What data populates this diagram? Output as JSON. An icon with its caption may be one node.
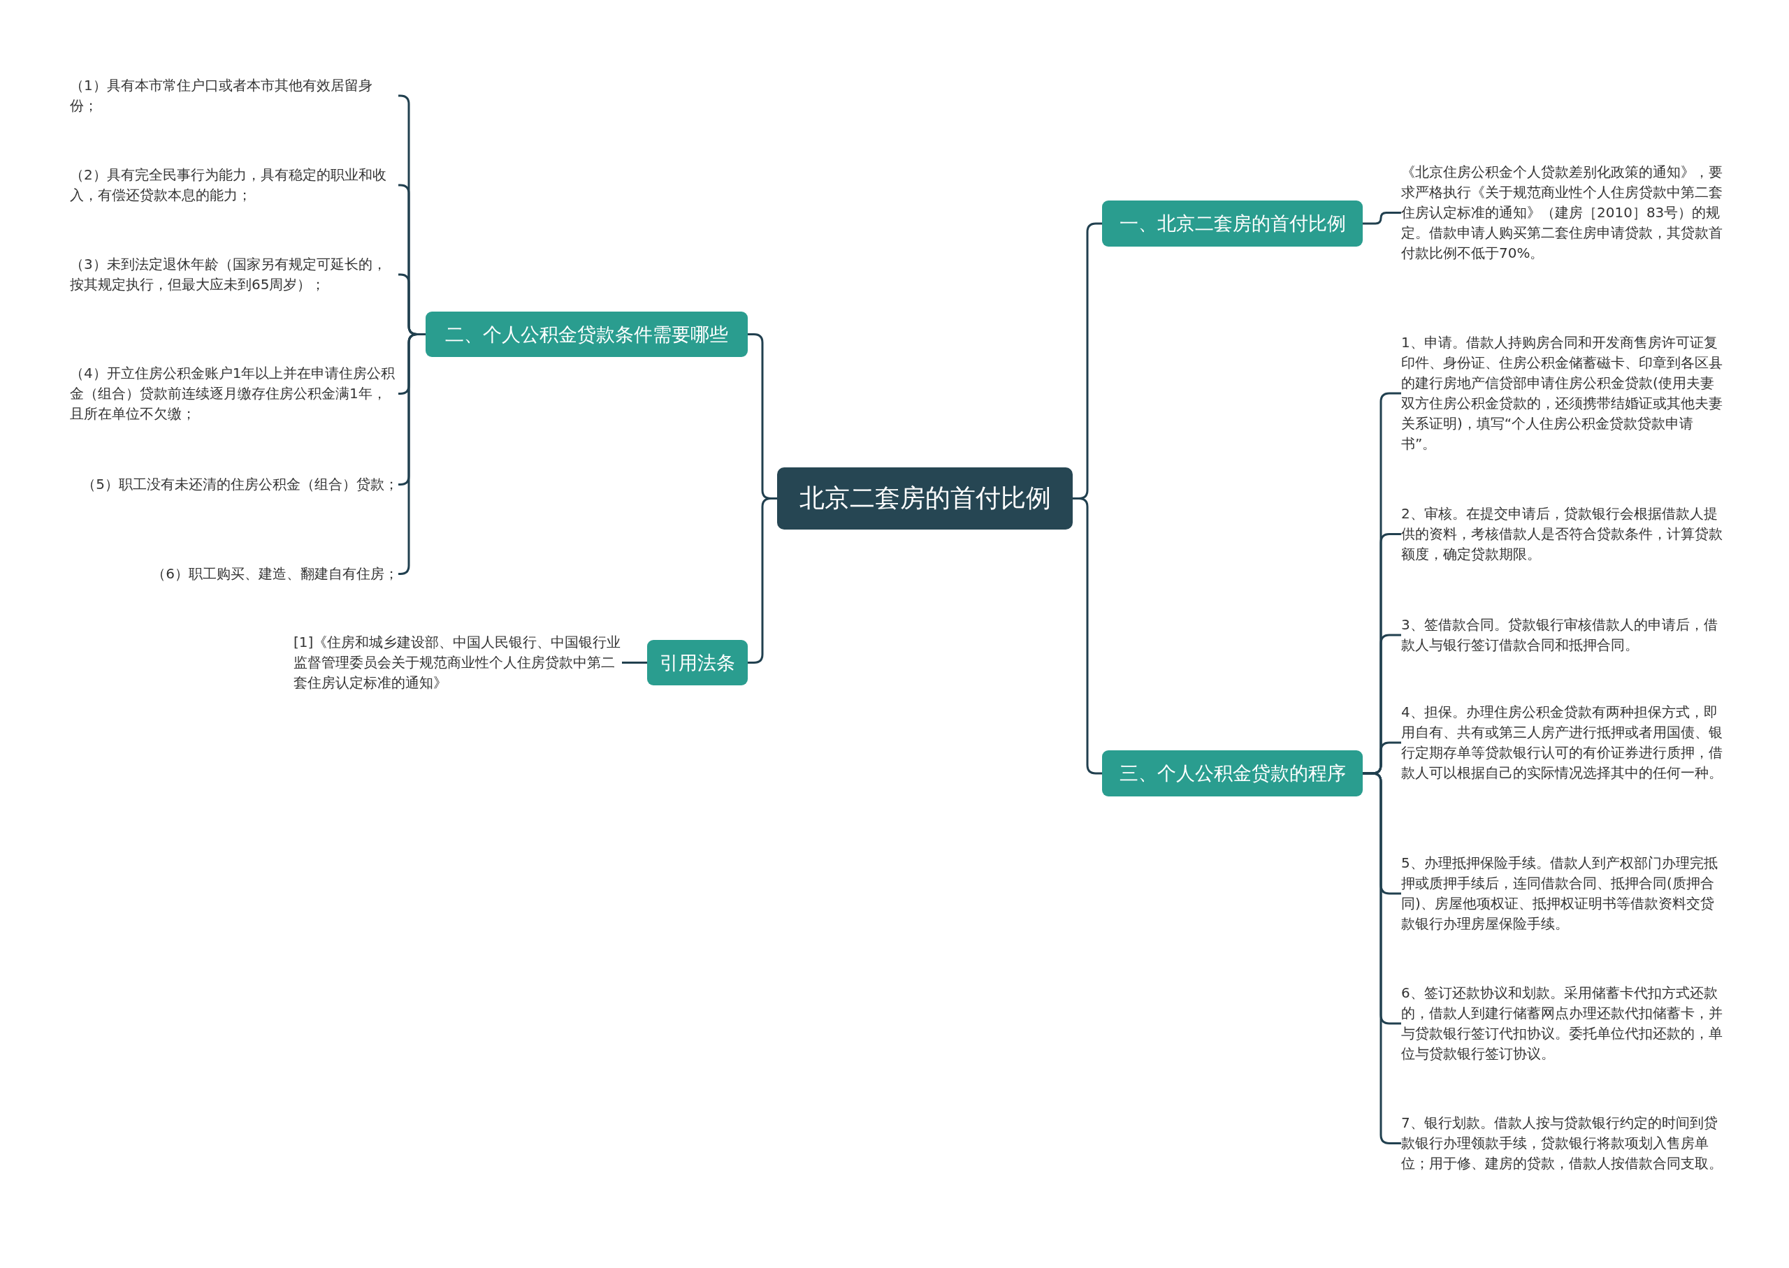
{
  "diagram": {
    "nodes": [
      {
        "text": [
          "北京二套房的首付比例"
        ]
      },
      {
        "text": [
          "二、个人公积金贷款条件需要哪些"
        ]
      },
      {
        "text": [
          "（1）具有本市常住户口或者本市其他有效居留身份；"
        ]
      },
      {
        "text": [
          "（2）具有完全民事行为能力，具有稳定的职业和收入，有偿还贷款本息的能力；"
        ]
      },
      {
        "text": [
          "（3）未到法定退休年龄（国家另有规定可延长的，按其规定执行，但最大应未到65周岁）；"
        ]
      },
      {
        "text": [
          "（4）开立住房公积金账户1年以上并在申请住房公积金（组合）贷款前连续逐月缴存住房公积金满1年，且所在单位不欠缴；"
        ]
      },
      {
        "text": [
          "（5）职工没有未还清的住房公积金（组合）贷款；"
        ]
      },
      {
        "text": [
          "（6）职工购买、建造、翻建自有住房；"
        ]
      },
      {
        "text": [
          "引用法条"
        ]
      },
      {
        "text": [
          "[1]《住房和城乡建设部、中国人民银行、中国银行业监督管理委员会关于规范商业性个人住房贷款中第二套住房认定标准的通知》"
        ]
      },
      {
        "text": [
          "一、北京二套房的首付比例"
        ]
      },
      {
        "text": [
          "《北京住房公积金个人贷款差别化政策的通知》，要求严格执行《关于规范商业性个人住房贷款中第二套住房认定标准的通知》（建房［2010］83号）的规定。借款申请人购买第二套住房申请贷款，其贷款首付款比例不低于70%。"
        ]
      },
      {
        "text": [
          "三、个人公积金贷款的程序"
        ]
      },
      {
        "text": [
          "1、申请。借款人持购房合同和开发商售房许可证复印件、身份证、住房公积金储蓄磁卡、印章到各区县的建行房地产信贷部申请住房公积金贷款(使用夫妻双方住房公积金贷款的，还须携带结婚证或其他夫妻关系证明)，填写“个人住房公积金贷款贷款申请书”。"
        ]
      },
      {
        "text": [
          "2、审核。在提交申请后，贷款银行会根据借款人提供的资料，考核借款人是否符合贷款条件，计算贷款额度，确定贷款期限。"
        ]
      },
      {
        "text": [
          "3、签借款合同。贷款银行审核借款人的申请后，借款人与银行签订借款合同和抵押合同。"
        ]
      },
      {
        "text": [
          "4、担保。办理住房公积金贷款有两种担保方式，即用自有、共有或第三人房产进行抵押或者用国债、银行定期存单等贷款银行认可的有价证券进行质押，借款人可以根据自己的实际情况选择其中的任何一种。"
        ]
      },
      {
        "text": [
          "5、办理抵押保险手续。借款人到产权部门办理完抵押或质押手续后，连同借款合同、抵押合同(质押合同)、房屋他项权证、抵押权证明书等借款资料交贷款银行办理房屋保险手续。"
        ]
      },
      {
        "text": [
          "6、签订还款协议和划款。采用储蓄卡代扣方式还款的，借款人到建行储蓄网点办理还款代扣储蓄卡，并与贷款银行签订代扣协议。委托单位代扣还款的，单位与贷款银行签订协议。"
        ]
      },
      {
        "text": [
          "7、银行划款。借款人按与贷款银行约定的时间到贷款银行办理领款手续，贷款银行将款项划入售房单位；用于修、建房的贷款，借款人按借款合同支取。"
        ]
      }
    ],
    "edges": [
      {
        "from": 0,
        "to": 1,
        "arrow": "none"
      },
      {
        "from": 0,
        "to": 8,
        "arrow": "none"
      },
      {
        "from": 0,
        "to": 10,
        "arrow": "none"
      },
      {
        "from": 0,
        "to": 12,
        "arrow": "none"
      },
      {
        "from": 1,
        "to": 2,
        "arrow": "none"
      },
      {
        "from": 1,
        "to": 3,
        "arrow": "none"
      },
      {
        "from": 1,
        "to": 4,
        "arrow": "none"
      },
      {
        "from": 1,
        "to": 5,
        "arrow": "none"
      },
      {
        "from": 1,
        "to": 6,
        "arrow": "none"
      },
      {
        "from": 1,
        "to": 7,
        "arrow": "none"
      },
      {
        "from": 8,
        "to": 9,
        "arrow": "none"
      },
      {
        "from": 10,
        "to": 11,
        "arrow": "none"
      },
      {
        "from": 12,
        "to": 13,
        "arrow": "none"
      },
      {
        "from": 12,
        "to": 14,
        "arrow": "none"
      },
      {
        "from": 12,
        "to": 15,
        "arrow": "none"
      },
      {
        "from": 12,
        "to": 16,
        "arrow": "none"
      },
      {
        "from": 12,
        "to": 17,
        "arrow": "none"
      },
      {
        "from": 12,
        "to": 18,
        "arrow": "none"
      },
      {
        "from": 12,
        "to": 19,
        "arrow": "none"
      }
    ]
  }
}
